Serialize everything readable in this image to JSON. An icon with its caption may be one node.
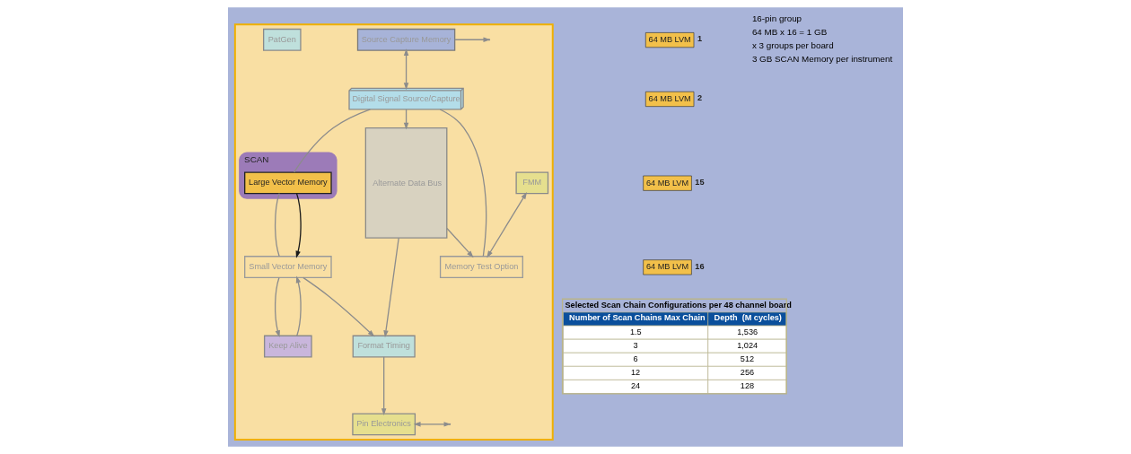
{
  "diagram": {
    "nodes": [
      {
        "text": [],
        "shape": "box"
      },
      {
        "text": [
          "FMM"
        ],
        "in": 0
      },
      {
        "text": [
          "Memory Test Option"
        ],
        "in": 0
      },
      {
        "text": [
          "Alternate Data Bus"
        ],
        "in": 0
      },
      {
        "text": [
          "Source Capture Memory"
        ],
        "in": 0
      },
      {
        "text": [
          "Digital Signal Source/Capture"
        ],
        "in": 0
      },
      {
        "text": [
          "SCAN"
        ],
        "in": 0
      },
      {
        "text": [
          "Large Vector Memory"
        ],
        "in": 6
      },
      {
        "text": [
          "Small Vector Memory"
        ],
        "in": 0
      },
      {
        "text": [
          "Format Timing"
        ],
        "in": 0
      },
      {
        "text": [
          "Pin Electronics"
        ],
        "in": 0
      },
      {
        "text": [
          "PatGen"
        ],
        "in": 0
      },
      {
        "text": [
          "Keep Alive"
        ],
        "in": 0
      },
      {
        "text": [
          "64 MB LVM"
        ],
        "beside": [
          "1"
        ]
      },
      {
        "text": [
          "64 MB LVM"
        ],
        "beside": [
          "2"
        ]
      },
      {
        "text": [
          "64 MB LVM"
        ],
        "beside": [
          "15"
        ]
      },
      {
        "text": [
          "64 MB LVM"
        ],
        "beside": [
          "16"
        ]
      }
    ],
    "edges": [
      {
        "from": 1,
        "to": 2,
        "arrow": "both"
      },
      {
        "from": 3,
        "to": 2,
        "arrow": "to"
      },
      {
        "from": 2,
        "to": 5,
        "arrow": "none"
      },
      {
        "from": 4,
        "to": 5,
        "arrow": "both"
      },
      {
        "from": 5,
        "to": 3,
        "arrow": "to"
      },
      {
        "from": 4,
        "to": null,
        "arrow": "to"
      },
      {
        "from": 5,
        "to": 7,
        "arrow": "none"
      },
      {
        "from": 7,
        "to": 8,
        "arrow": "none"
      },
      {
        "from": 7,
        "to": 8,
        "arrow": "to",
        "color": "#1a1a1a"
      },
      {
        "from": 3,
        "to": 9,
        "arrow": "to"
      },
      {
        "from": 8,
        "to": 9,
        "arrow": "to"
      },
      {
        "from": 9,
        "to": 10,
        "arrow": "to"
      },
      {
        "from": 10,
        "to": null,
        "arrow": "both"
      },
      {
        "from": 12,
        "to": 8,
        "arrow": "to"
      },
      {
        "from": 8,
        "to": 12,
        "arrow": "to"
      }
    ],
    "labels": [
      "16-pin group",
      "64 MB x 16 = 1 GB",
      "x 3 groups per board",
      "3 GB SCAN Memory per instrument",
      "Selected Scan Chain Configurations per 48 channel board",
      "Number of Scan Chains Max Chain",
      "Depth  (M cycles)",
      "1.5",
      "1,536",
      "3",
      "1,024",
      "6",
      "512",
      "12",
      "256",
      "24",
      "128"
    ]
  }
}
